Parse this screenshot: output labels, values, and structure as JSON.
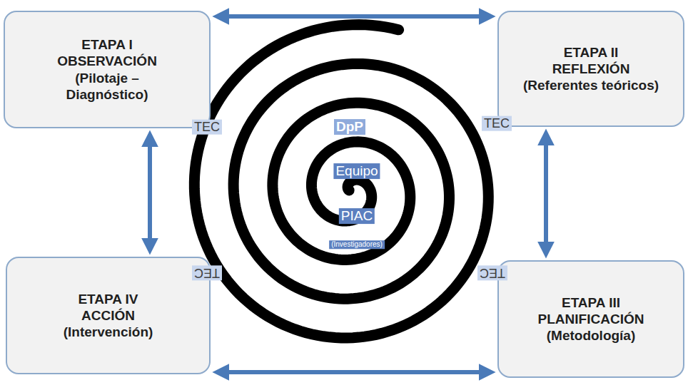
{
  "diagram": {
    "nodes": [
      {
        "text": [
          "ETAPA I",
          "OBSERVACIÓN",
          "(Pilotaje – Diagnóstico)"
        ]
      },
      {
        "text": [
          "ETAPA II",
          "REFLEXIÓN",
          "(Referentes teóricos)"
        ]
      },
      {
        "text": [
          "ETAPA IV",
          "ACCIÓN",
          "(Intervención)"
        ]
      },
      {
        "text": [
          "ETAPA III",
          "PLANIFICACIÓN",
          "(Metodología)"
        ]
      },
      {
        "text": [
          "TEC",
          "TEC",
          "TEC",
          "TEC"
        ]
      },
      {
        "text": [
          "DpP"
        ],
        "in": 4
      },
      {
        "text": [
          "Equipo",
          "PIAC",
          "(Investigadores)"
        ],
        "in": 5
      }
    ],
    "edges": [
      {
        "from": 0,
        "to": 1,
        "arrow": "both"
      },
      {
        "from": 0,
        "to": 2,
        "arrow": "both"
      },
      {
        "from": 1,
        "to": 3,
        "arrow": "both"
      },
      {
        "from": 2,
        "to": 3,
        "arrow": "both"
      }
    ]
  }
}
